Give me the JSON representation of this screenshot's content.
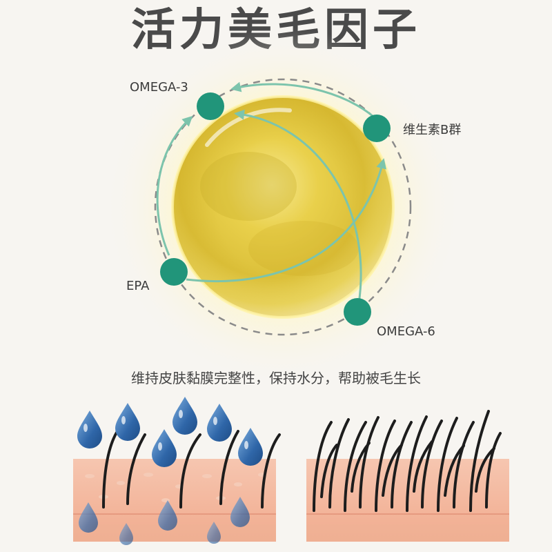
{
  "title": "活力美毛因子",
  "nodes": {
    "omega3": "OMEGA-3",
    "vitb": "维生素B群",
    "epa": "EPA",
    "omega6": "OMEGA-6"
  },
  "caption": "维持皮肤黏膜完整性，保持水分，帮助被毛生长",
  "colors": {
    "node": "#21957a",
    "arrow": "#7cc4ac",
    "orb_core": "#e6c42c",
    "skin": "#f3b9a1",
    "drop": "#4a7cb8",
    "hair": "#1d1d1d"
  }
}
